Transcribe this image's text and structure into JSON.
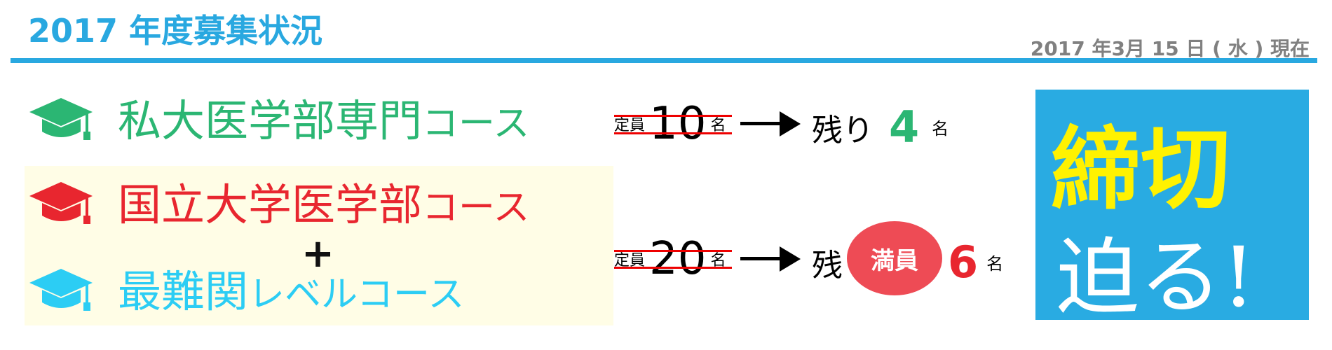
{
  "header": {
    "title": "2017 年度募集状況",
    "date": "2017 年3月 15 日 ( 水 ) 現在"
  },
  "colors": {
    "accent": "#29a8e0",
    "green": "#2bb673",
    "red": "#e8262f",
    "cyan": "#2ccdf4",
    "yellow": "#fff200"
  },
  "courses": [
    {
      "main": "私大医学部専門",
      "suffix": "コース",
      "icon": "graduation-cap-icon"
    },
    {
      "main": "国立大学医学部",
      "suffix": "コース",
      "icon": "graduation-cap-icon"
    },
    {
      "main": "最難関",
      "suffix": "レベルコース",
      "icon": "graduation-cap-icon"
    }
  ],
  "plus": "+",
  "rows": [
    {
      "label": "定員",
      "capacity": "10",
      "unit": "名",
      "remaining_label": "残り",
      "remaining": "4",
      "remaining_unit": "名"
    },
    {
      "label": "定員",
      "capacity": "20",
      "unit": "名",
      "remaining_label": "残",
      "remaining": "6",
      "remaining_unit": "名",
      "badge": "満員"
    }
  ],
  "deadline": {
    "line1": "締切",
    "line2": "迫る!"
  }
}
